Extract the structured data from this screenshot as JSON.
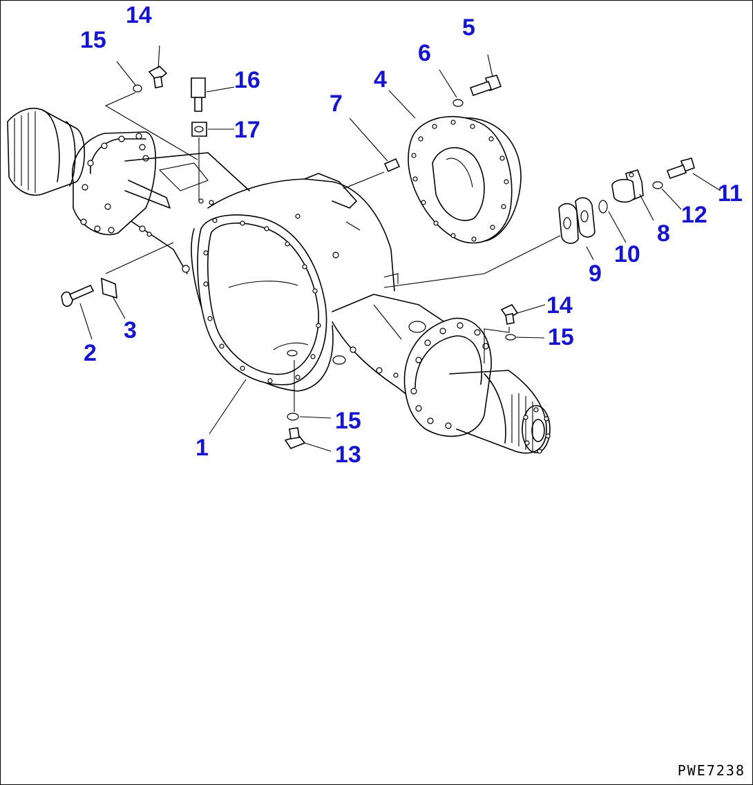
{
  "diagram": {
    "callouts": [
      {
        "id": "c1",
        "text": "1"
      },
      {
        "id": "c2",
        "text": "2"
      },
      {
        "id": "c3",
        "text": "3"
      },
      {
        "id": "c4",
        "text": "4"
      },
      {
        "id": "c5",
        "text": "5"
      },
      {
        "id": "c6",
        "text": "6"
      },
      {
        "id": "c7",
        "text": "7"
      },
      {
        "id": "c8",
        "text": "8"
      },
      {
        "id": "c9",
        "text": "9"
      },
      {
        "id": "c10",
        "text": "10"
      },
      {
        "id": "c11",
        "text": "11"
      },
      {
        "id": "c12",
        "text": "12"
      },
      {
        "id": "c13",
        "text": "13"
      },
      {
        "id": "c14a",
        "text": "14"
      },
      {
        "id": "c14b",
        "text": "14"
      },
      {
        "id": "c15a",
        "text": "15"
      },
      {
        "id": "c15b",
        "text": "15"
      },
      {
        "id": "c15c",
        "text": "15"
      },
      {
        "id": "c16",
        "text": "16"
      },
      {
        "id": "c17",
        "text": "17"
      }
    ],
    "drawing_code": "PWE7238",
    "callout_color": "#1515d0",
    "line_color": "#000000"
  }
}
